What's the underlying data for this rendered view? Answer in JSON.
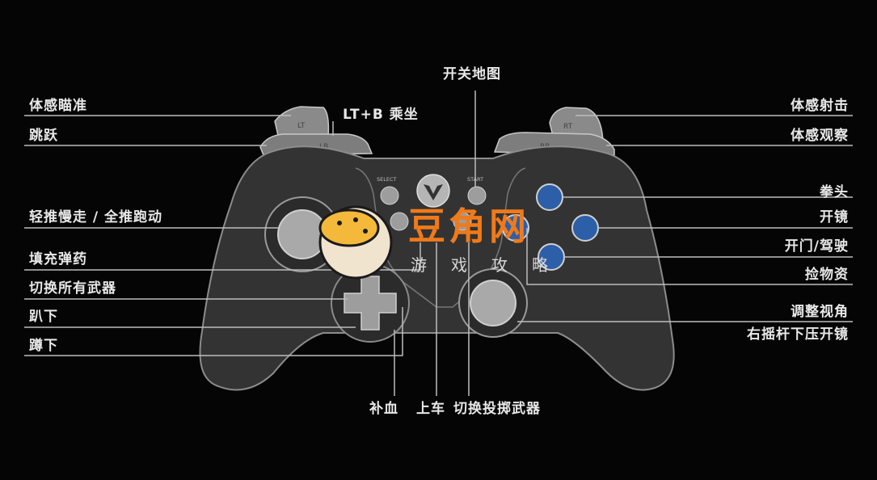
{
  "labels": {
    "open_map": "开关地图",
    "lt_b_ride": "LT+B 乘坐",
    "motion_aim": "体感瞄准",
    "jump": "跳跃",
    "walk_run": "轻推慢走 / 全推跑动",
    "reload": "填充弹药",
    "switch_weapons": "切换所有武器",
    "prone": "趴下",
    "crouch": "蹲下",
    "heal": "补血",
    "get_in_vehicle": "上车",
    "switch_throwables": "切换投掷武器",
    "motion_shoot": "体感射击",
    "motion_observe": "体感观察",
    "fist": "拳头",
    "scope": "开镜",
    "door_drive": "开门/驾驶",
    "pickup": "捡物资",
    "adjust_view": "调整视角",
    "rs_press_scope": "右摇杆下压开镜"
  },
  "controller": {
    "lt": "LT",
    "lb": "LB",
    "rt": "RT",
    "rb": "RB",
    "select": "SELECT",
    "start": "START"
  },
  "watermark": {
    "title": "豆角网",
    "subtitle": "游戏攻略"
  },
  "colors": {
    "background": "#050505",
    "body": "#3a3a3a",
    "line": "#bdbdbd",
    "accent": "#f07a1a",
    "face_button": "#2d5fa8"
  }
}
